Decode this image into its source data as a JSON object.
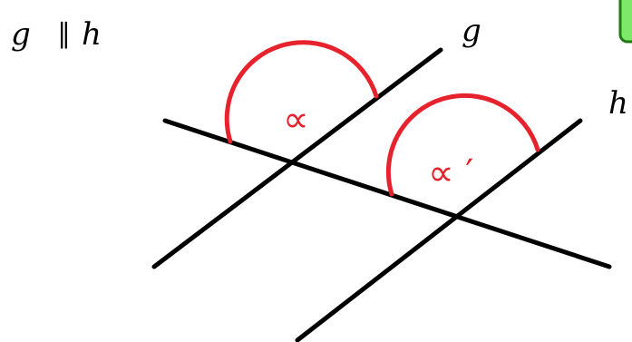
{
  "statement": {
    "g": "g",
    "parallel": "∥",
    "h": "h"
  },
  "lines": {
    "g_label": "g",
    "h_label": "h"
  },
  "angles": {
    "alpha_label": "∝",
    "alpha_prime_label": "∝ ′"
  },
  "colors": {
    "angle": "#e6232d",
    "line": "#000000",
    "badge_fill": "#7ee86a",
    "badge_stroke": "#1f7a13"
  },
  "badge": {
    "text": ""
  }
}
